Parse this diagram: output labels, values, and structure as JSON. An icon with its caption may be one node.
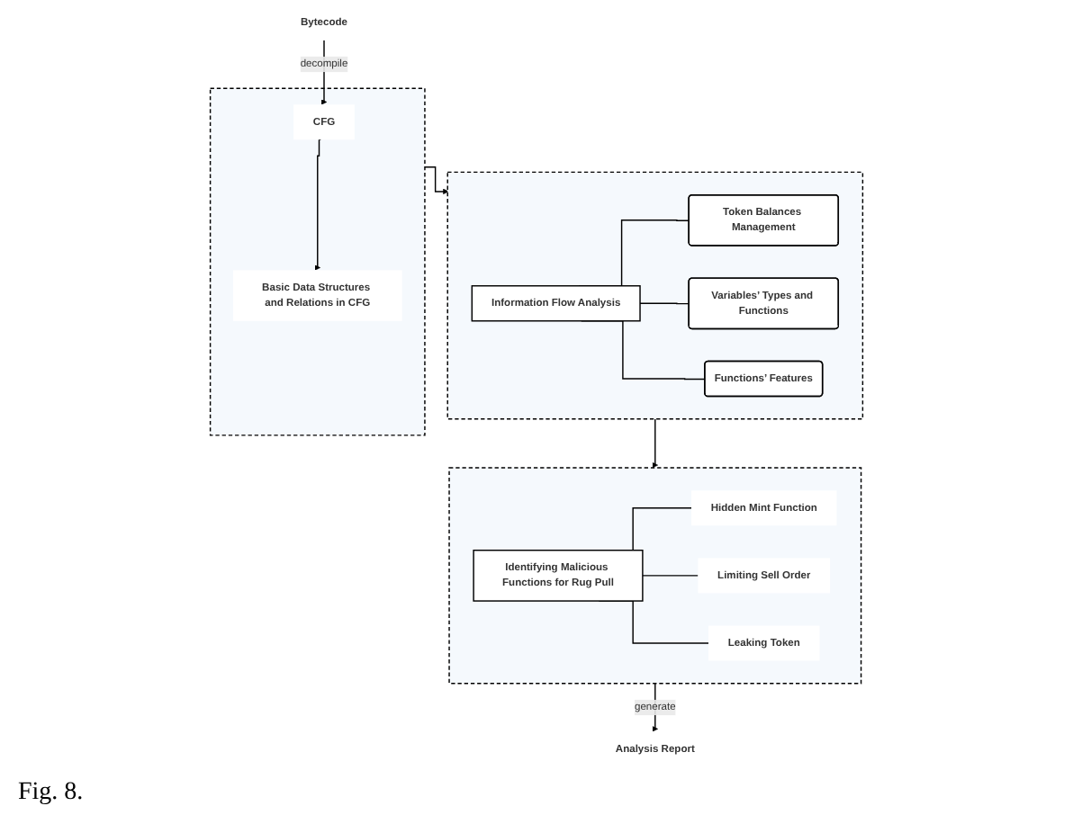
{
  "diagram": {
    "caption": "Fig. 8.",
    "nodes": [
      {
        "text": [
          "Bytecode"
        ]
      },
      {
        "text": [],
        "shape": "box"
      },
      {
        "text": [
          "CFG"
        ],
        "in": 1
      },
      {
        "text": [
          "Basic Data Structures and Relations in CFG"
        ],
        "in": 1
      },
      {
        "text": [],
        "shape": "box"
      },
      {
        "text": [
          "Information Flow Analysis"
        ],
        "in": 4
      },
      {
        "text": [
          "Token Balances Management"
        ],
        "in": 4
      },
      {
        "text": [
          "Variables’ Types and Functions"
        ],
        "in": 4
      },
      {
        "text": [
          "Functions’ Features"
        ],
        "in": 4
      },
      {
        "text": [],
        "shape": "box"
      },
      {
        "text": [
          "Identifying Malicious Functions for Rug Pull"
        ],
        "in": 9
      },
      {
        "text": [
          "Hidden Mint Function"
        ],
        "in": 9
      },
      {
        "text": [
          "Limiting Sell Order"
        ],
        "in": 9
      },
      {
        "text": [
          "Leaking Token"
        ],
        "in": 9
      },
      {
        "text": [
          "Analysis Report"
        ]
      }
    ],
    "edges": [
      {
        "from": 0,
        "to": 2,
        "label": "decompile",
        "arrow": "to"
      },
      {
        "from": 2,
        "to": 3,
        "arrow": "to"
      },
      {
        "from": 1,
        "to": 4,
        "arrow": "to"
      },
      {
        "from": 5,
        "to": 6,
        "arrow": "none"
      },
      {
        "from": 5,
        "to": 7,
        "arrow": "none"
      },
      {
        "from": 5,
        "to": 8,
        "arrow": "none"
      },
      {
        "from": 4,
        "to": 9,
        "arrow": "to"
      },
      {
        "from": 10,
        "to": 11,
        "arrow": "none"
      },
      {
        "from": 10,
        "to": 12,
        "arrow": "none"
      },
      {
        "from": 10,
        "to": 13,
        "arrow": "none"
      },
      {
        "from": 9,
        "to": 14,
        "label": "generate",
        "arrow": "to"
      }
    ]
  }
}
